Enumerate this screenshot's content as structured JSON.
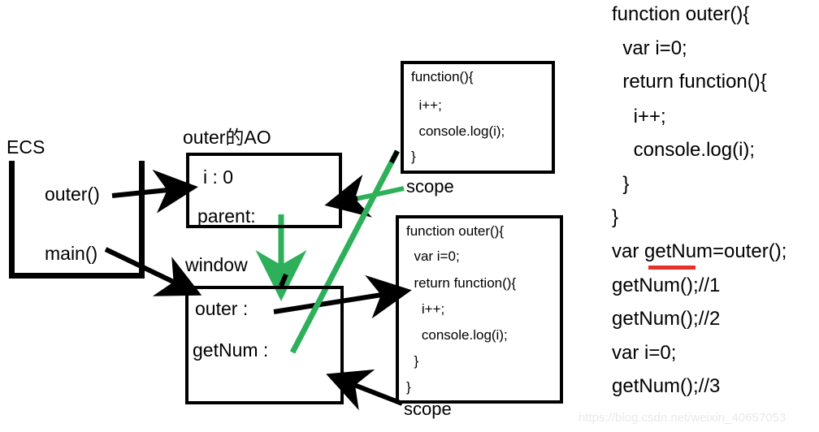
{
  "diagram": {
    "ecs": {
      "title": "ECS",
      "items": [
        "outer()",
        "main()"
      ]
    },
    "ao": {
      "title": "outer的AO",
      "rows": [
        "i : 0",
        "parent:"
      ]
    },
    "window": {
      "title": "window",
      "rows": [
        "outer :",
        "getNum :"
      ]
    },
    "code_box_top": {
      "lines": [
        "function(){",
        "  i++;",
        "  console.log(i);",
        "}"
      ]
    },
    "code_box_bottom": {
      "lines": [
        "function outer(){",
        "  var i=0;",
        "  return function(){",
        "    i++;",
        "    console.log(i);",
        "  }",
        "}"
      ]
    },
    "scope_labels": {
      "top": "scope",
      "bottom": "scope"
    },
    "colors": {
      "stroke": "#000000",
      "scope_arrow": "#2eb05a",
      "underline": "#e8312a",
      "background": "#ffffff",
      "watermark": "#e9e9e9"
    }
  },
  "source": {
    "lines": [
      "function outer(){",
      "  var i=0;",
      "  return function(){",
      "    i++;",
      "    console.log(i);",
      "  }",
      "}",
      "var getNum=outer();",
      "getNum();//1",
      "getNum();//2",
      "var i=0;",
      "getNum();//3"
    ],
    "highlight": "getNum"
  },
  "watermark": "https://blog.csdn.net/weixin_40657053"
}
